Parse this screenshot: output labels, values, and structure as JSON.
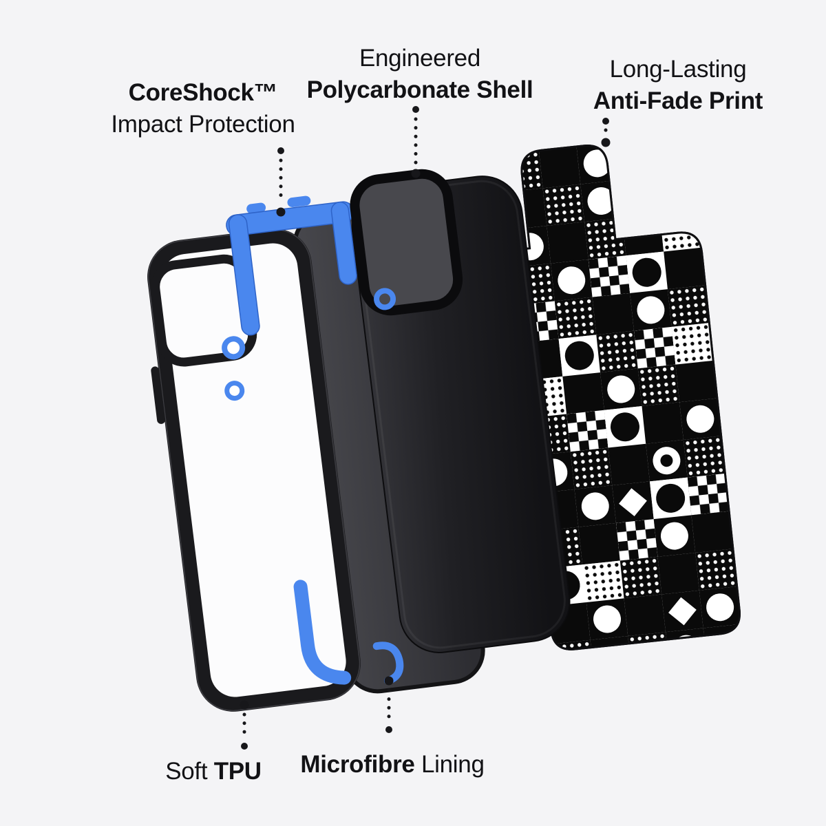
{
  "colors": {
    "background": "#f4f4f6",
    "accent_blue": "#4a87ee",
    "case_black": "#1a1a1d",
    "lining_gray": "#3a3a3f",
    "text": "#121215",
    "pattern_black": "#0a0a0a",
    "pattern_white": "#ffffff"
  },
  "labels": {
    "coreshock": {
      "title": "CoreShock™",
      "subtitle": "Impact Protection"
    },
    "shell": {
      "line1": "Engineered",
      "line2": "Polycarbonate Shell"
    },
    "print": {
      "line1": "Long-Lasting",
      "line2": "Anti-Fade Print"
    },
    "tpu": {
      "prefix": "Soft ",
      "bold": "TPU"
    },
    "lining": {
      "bold": "Microfibre",
      "suffix": " Lining"
    }
  },
  "print_pattern": {
    "tile_size": 55,
    "grid": [
      [
        "dots",
        "blk",
        "wc",
        "dots",
        "blk"
      ],
      [
        "blk",
        "dots",
        "wc",
        "idots",
        "wc"
      ],
      [
        "wc",
        "blk",
        "dots",
        "blk",
        "idots"
      ],
      [
        "dots",
        "wc",
        "chk",
        "bc",
        "blk"
      ],
      [
        "chk",
        "dots",
        "blk",
        "wc",
        "dots"
      ],
      [
        "blk",
        "bc",
        "dots",
        "chk",
        "idots"
      ],
      [
        "idots",
        "blk",
        "wc",
        "dots",
        "blk"
      ],
      [
        "dots",
        "chk",
        "bc",
        "blk",
        "wc"
      ],
      [
        "wc",
        "dots",
        "blk",
        "ring",
        "dots"
      ],
      [
        "blk",
        "wc",
        "dia",
        "bc",
        "chk"
      ],
      [
        "dots",
        "blk",
        "chk",
        "wc",
        "blk"
      ],
      [
        "bc",
        "idots",
        "dots",
        "blk",
        "dots"
      ],
      [
        "blk",
        "wc",
        "blk",
        "dia",
        "wc"
      ],
      [
        "dots",
        "blk",
        "dots",
        "wc",
        "blk"
      ]
    ]
  }
}
